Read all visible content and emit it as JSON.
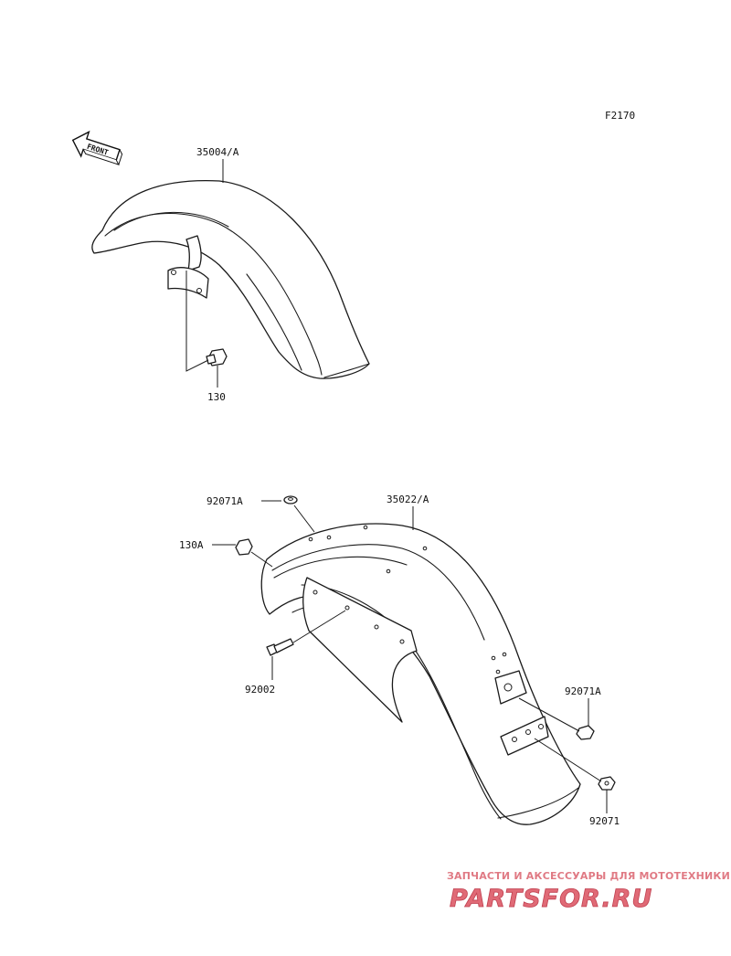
{
  "figure_code": "F2170",
  "front_label": "FRONT",
  "front_fender": {
    "part_number": "35004/A",
    "bolt": "130"
  },
  "rear_fender": {
    "part_number": "35022/A",
    "nut_top": "92071A",
    "bolt_top": "130A",
    "bolt_lower": "92002",
    "nut_side": "92071A",
    "nut_bottom": "92071"
  },
  "watermark": {
    "tagline": "ЗАПЧАСТИ И АКСЕССУАРЫ ДЛЯ МОТОТЕХНИКИ",
    "brand": "PARTSFOR.RU",
    "color": "#e06a76"
  }
}
